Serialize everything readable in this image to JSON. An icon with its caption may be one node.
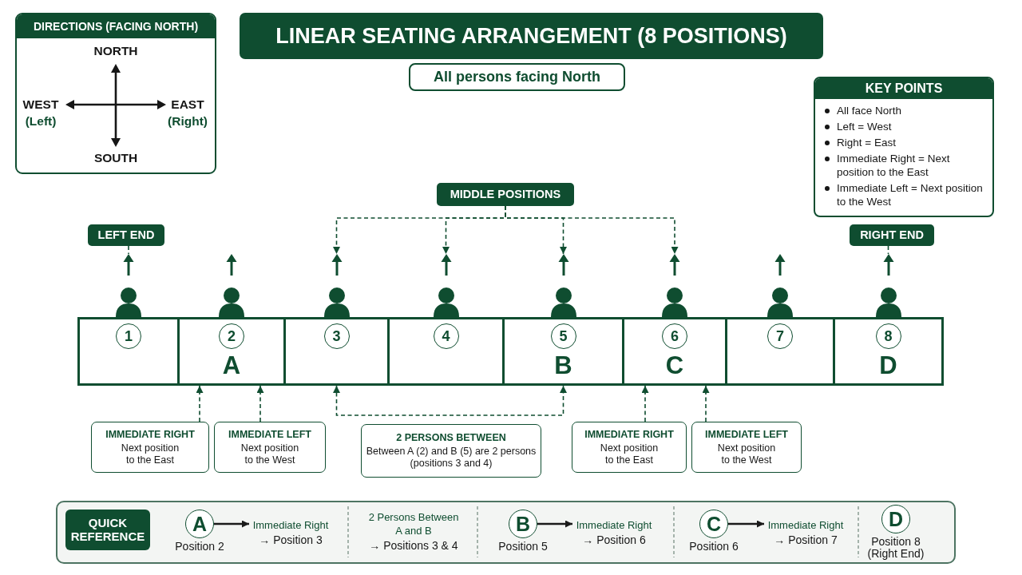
{
  "diagram": {
    "title": "LINEAR SEATING ARRANGEMENT (8 POSITIONS)",
    "nodes": [
      {
        "text": [
          "DIRECTIONS (FACING NORTH)",
          "NORTH",
          "WEST",
          "(Left)",
          "EAST",
          "(Right)",
          "SOUTH"
        ]
      },
      {
        "text": [
          "All persons facing North"
        ]
      },
      {
        "text": [
          "KEY POINTS",
          "All face North",
          "Left = West",
          "Right = East",
          "Immediate Right = Next position to the East",
          "Immediate Left = Next position to the West"
        ]
      },
      {
        "text": [
          "MIDDLE POSITIONS"
        ]
      },
      {
        "text": [
          "LEFT END"
        ]
      },
      {
        "text": [
          "RIGHT END"
        ]
      },
      {
        "text": [],
        "shape": "person"
      },
      {
        "text": [],
        "shape": "person"
      },
      {
        "text": [],
        "shape": "person"
      },
      {
        "text": [],
        "shape": "person"
      },
      {
        "text": [],
        "shape": "person"
      },
      {
        "text": [],
        "shape": "person"
      },
      {
        "text": [],
        "shape": "person"
      },
      {
        "text": [],
        "shape": "person"
      },
      {
        "text": [],
        "shape": "box"
      },
      {
        "text": [
          "1"
        ],
        "in": 14
      },
      {
        "text": [
          "A"
        ]
      },
      {
        "text": [
          "2"
        ],
        "in": 16
      },
      {
        "text": [],
        "shape": "box"
      },
      {
        "text": [
          "3"
        ],
        "in": 18
      },
      {
        "text": [],
        "shape": "box"
      },
      {
        "text": [
          "4"
        ],
        "in": 20
      },
      {
        "text": [
          "B"
        ]
      },
      {
        "text": [
          "5"
        ],
        "in": 22
      },
      {
        "text": [
          "C"
        ]
      },
      {
        "text": [
          "6"
        ],
        "in": 24
      },
      {
        "text": [],
        "shape": "box"
      },
      {
        "text": [
          "7"
        ],
        "in": 26
      },
      {
        "text": [
          "D"
        ]
      },
      {
        "text": [
          "8"
        ],
        "in": 28
      },
      {
        "text": [
          "IMMEDIATE RIGHT",
          "Next position to the East"
        ]
      },
      {
        "text": [
          "IMMEDIATE LEFT",
          "Next position to the West"
        ]
      },
      {
        "text": [
          "2 PERSONS BETWEEN",
          "Between A (2) and B (5) are 2 persons (positions 3 and 4)"
        ]
      },
      {
        "text": [
          "IMMEDIATE RIGHT",
          "Next position to the East"
        ]
      },
      {
        "text": [
          "IMMEDIATE LEFT",
          "Next position to the West"
        ]
      },
      {
        "text": [],
        "shape": "box"
      },
      {
        "text": [
          "QUICK REFERENCE"
        ],
        "in": 35
      },
      {
        "text": [
          "A"
        ],
        "in": 35,
        "beside": [
          "Position 2"
        ]
      },
      {
        "text": [
          "Immediate Right",
          "→ Position 3"
        ],
        "in": 35
      },
      {
        "text": [
          "B"
        ],
        "in": 35,
        "beside": [
          "Position 5"
        ]
      },
      {
        "text": [
          "Immediate Right",
          "→ Position 6"
        ],
        "in": 35
      },
      {
        "text": [
          "C"
        ],
        "in": 35,
        "beside": [
          "Position 6"
        ]
      },
      {
        "text": [
          "Immediate Right",
          "→ Position 7"
        ],
        "in": 35
      },
      {
        "text": [
          "D"
        ],
        "in": 35,
        "beside": [
          "Position 8 (Right End)"
        ]
      }
    ],
    "edges": [
      {
        "from": 4,
        "to": 6,
        "arrow": "none",
        "style": "dashed"
      },
      {
        "from": 5,
        "to": 13,
        "arrow": "none",
        "style": "dashed"
      },
      {
        "from": 3,
        "to": 8,
        "arrow": "to",
        "style": "dashed"
      },
      {
        "from": 3,
        "to": 9,
        "arrow": "to",
        "style": "dashed"
      },
      {
        "from": 3,
        "to": 10,
        "arrow": "to",
        "style": "dashed"
      },
      {
        "from": 3,
        "to": 11,
        "arrow": "to",
        "style": "dashed"
      },
      {
        "from": 30,
        "to": 16,
        "arrow": "to",
        "style": "dashed"
      },
      {
        "from": 31,
        "to": 16,
        "arrow": "to",
        "style": "dashed"
      },
      {
        "from": 18,
        "to": 22,
        "arrow": "both",
        "style": "dashed"
      },
      {
        "from": 33,
        "to": 24,
        "arrow": "to",
        "style": "dashed"
      },
      {
        "from": 34,
        "to": 24,
        "arrow": "to",
        "style": "dashed"
      },
      {
        "from": 37,
        "to": 38,
        "arrow": "to",
        "color": "#1a1a1a"
      },
      {
        "from": 39,
        "to": 40,
        "arrow": "to",
        "color": "#1a1a1a"
      },
      {
        "from": 41,
        "to": 42,
        "arrow": "to",
        "color": "#1a1a1a"
      }
    ],
    "labels": [
      "2 Persons Between A and B",
      "→ Positions 3 & 4"
    ]
  }
}
